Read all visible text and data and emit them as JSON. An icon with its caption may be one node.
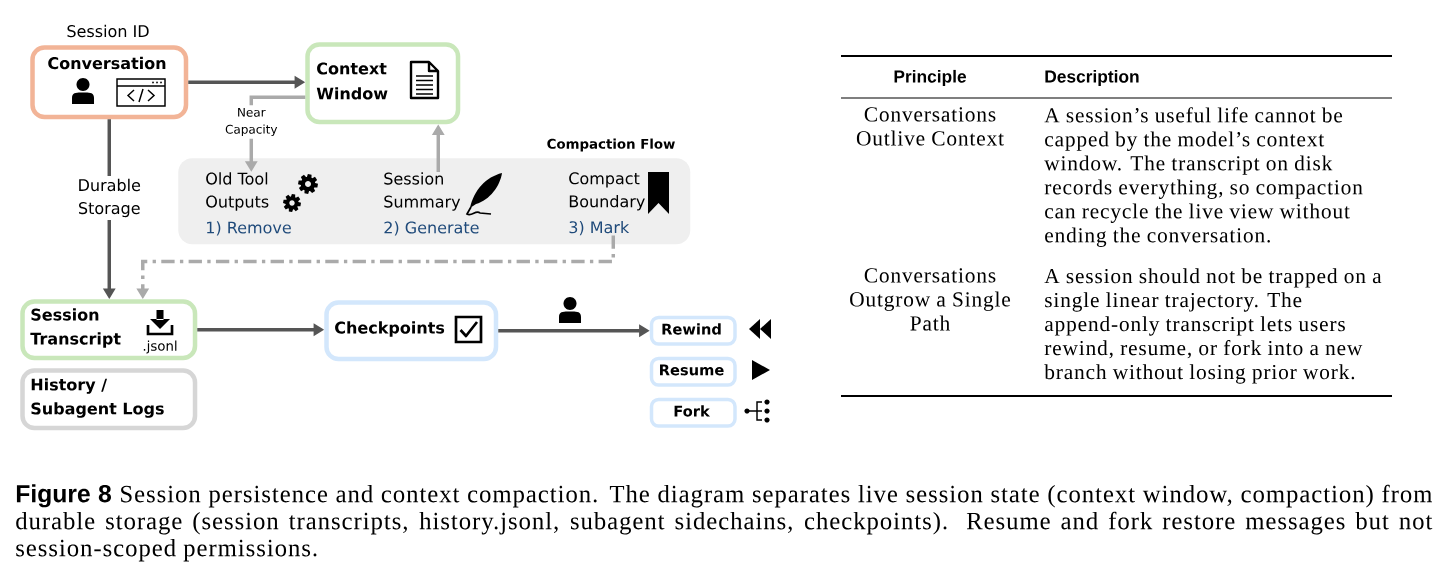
{
  "diagram": {
    "caption": "**Figure 8** Session persistence and context compaction. The diagram separates live session state (context window, compaction) from durable storage (session transcripts, history.jsonl, subagent sidechains, checkpoints). Resume and fork restore messages but not session-scoped permissions.",
    "nodes": [
      {
        "text": [
          "Conversation"
        ],
        "beside": [
          "Session ID"
        ]
      },
      {
        "text": [
          "Context Window"
        ]
      },
      {
        "text": [
          "Compaction Flow"
        ]
      },
      {
        "text": [
          "Old Tool Outputs",
          "1) Remove"
        ],
        "in": 2
      },
      {
        "text": [
          "Session Summary",
          "2) Generate"
        ],
        "in": 2
      },
      {
        "text": [
          "Compact Boundary",
          "3) Mark"
        ],
        "in": 2
      },
      {
        "text": [
          "Session Transcript",
          ".jsonl"
        ]
      },
      {
        "text": [
          "History / Subagent Logs"
        ]
      },
      {
        "text": [
          "Checkpoints"
        ]
      },
      {
        "text": [
          "Rewind"
        ]
      },
      {
        "text": [
          "Resume"
        ]
      },
      {
        "text": [
          "Fork"
        ]
      }
    ],
    "edges": [
      {
        "from": 0,
        "to": 1,
        "arrow": "to"
      },
      {
        "from": 1,
        "to": 3,
        "arrow": "to",
        "label": "Near Capacity",
        "color": "#aaaaaa"
      },
      {
        "from": 4,
        "to": 1,
        "arrow": "to",
        "color": "#aaaaaa"
      },
      {
        "from": 0,
        "to": 6,
        "arrow": "to",
        "label": "Durable Storage"
      },
      {
        "from": 5,
        "to": 6,
        "arrow": "to",
        "style": "dashed",
        "color": "#aaaaaa"
      },
      {
        "from": 6,
        "to": 8,
        "arrow": "to"
      },
      {
        "from": 8,
        "to": 9,
        "arrow": "to"
      }
    ],
    "labels": [
      "Principle",
      "Description",
      "Conversations Outlive Context",
      "A session’s useful life cannot be capped by the model’s context window. The transcript on disk records everything, so compaction can recycle the live view without ending the conversation.",
      "Conversations Outgrow a Single Path",
      "A session should not be trapped on a single linear trajectory. The append-only transcript lets users rewind, resume, or fork into a new branch without losing prior work."
    ]
  }
}
